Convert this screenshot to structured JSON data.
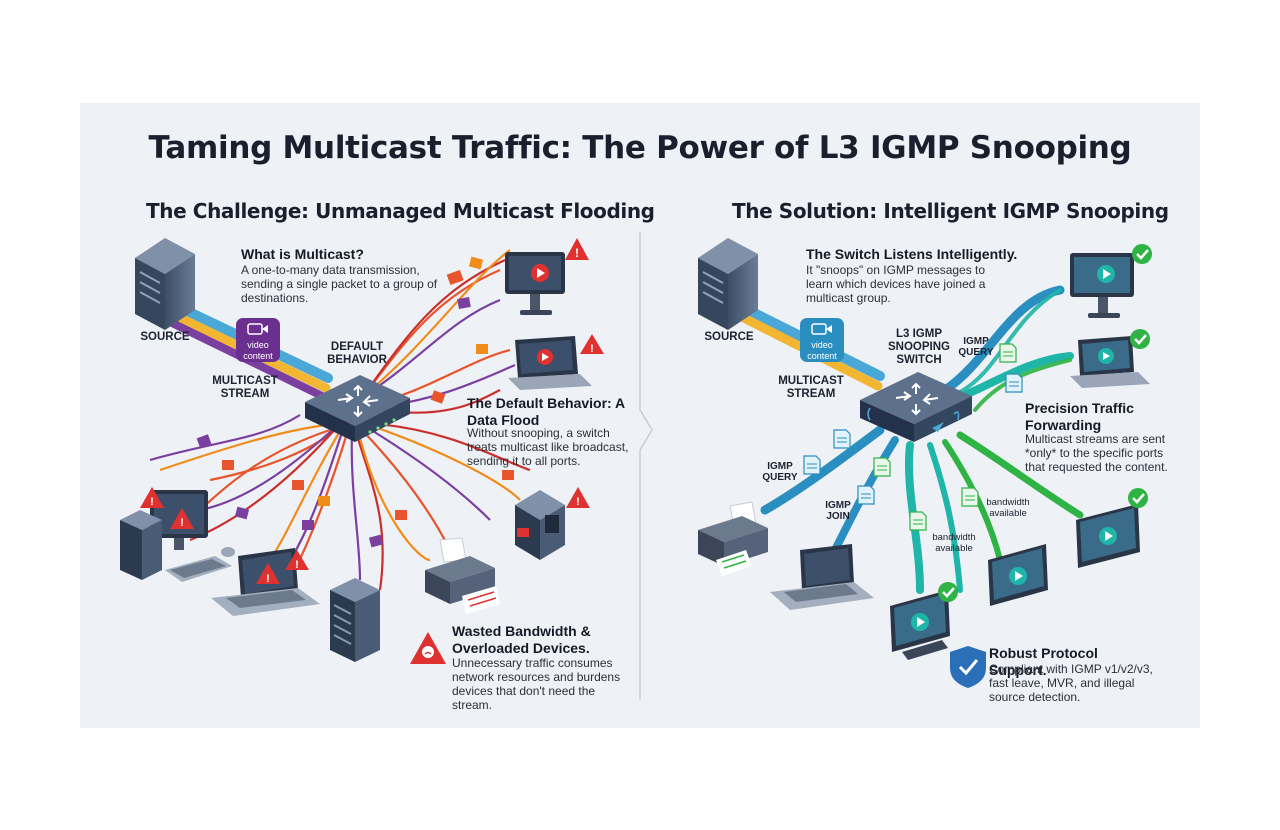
{
  "title": "Taming Multicast Traffic: The Power of L3 IGMP Snooping",
  "left": {
    "section_title": "The Challenge: Unmanaged Multicast Flooding",
    "what_is_heading": "What is Multicast?",
    "what_is_body": "A one-to-many data transmission, sending a single packet to a group of destinations.",
    "source_label": "SOURCE",
    "video_label": "video content",
    "stream_label": "MULTICAST STREAM",
    "switch_label": "DEFAULT BEHAVIOR",
    "flood_heading": "The Default Behavior: A Data Flood",
    "flood_body": "Without snooping, a switch treats multicast like broadcast, sending it to all ports.",
    "wasted_heading": "Wasted Bandwidth & Overloaded Devices.",
    "wasted_body": "Unnecessary traffic consumes network resources and burdens devices that don't need the stream."
  },
  "right": {
    "section_title": "The Solution: Intelligent IGMP Snooping",
    "listens_heading": "The Switch Listens Intelligently.",
    "listens_body": "It \"snoops\" on IGMP messages to learn which devices have joined a multicast group.",
    "source_label": "SOURCE",
    "video_label": "video content",
    "stream_label": "MULTICAST STREAM",
    "switch_label": "L3 IGMP SNOOPING SWITCH",
    "igmp_query_top": "IGMP QUERY",
    "igmp_query_left": "IGMP QUERY",
    "igmp_join": "IGMP JOIN",
    "bandwidth_1": "bandwidth available",
    "bandwidth_2": "bandwidth available",
    "precision_heading": "Precision Traffic Forwarding",
    "precision_body": "Multicast streams are sent *only* to the specific ports that requested the content.",
    "robust_heading": "Robust Protocol Support.",
    "robust_body": "Compliant with IGMP v1/v2/v3, fast leave, MVR, and illegal source detection."
  },
  "colors": {
    "title": "#1a1f2e",
    "warning_red": "#e03131",
    "check_green": "#2fb344",
    "stream_blue": "#4aa8d8",
    "stream_yellow": "#f2b632",
    "stream_purple": "#7b3fa0",
    "switch_navy": "#2d3e55",
    "teal_path": "#1fb5a8"
  },
  "icons": [
    "server-icon",
    "video-content-icon",
    "network-switch-icon",
    "monitor-icon",
    "warning-icon",
    "check-icon",
    "printer-icon",
    "laptop-icon",
    "document-icon",
    "shield-check-icon",
    "angry-warning-icon"
  ]
}
